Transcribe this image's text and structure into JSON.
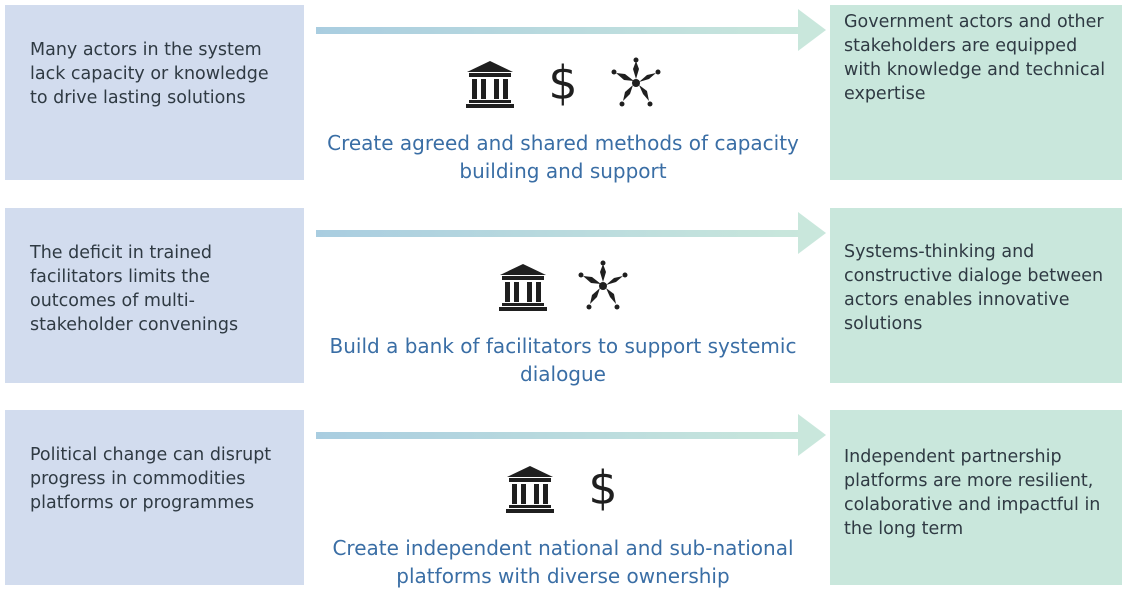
{
  "colors": {
    "problem_bg": "#d2dcee",
    "outcome_bg": "#c9e7dc",
    "arrow_color": "#bfe0ea",
    "action_text": "#3a6ea5",
    "icon_color": "#1f1f1f"
  },
  "rows": [
    {
      "problem": "Many actors in the system lack capacity or knowledge to drive lasting solutions",
      "action": "Create agreed and shared methods of capacity building and support",
      "outcome": "Government actors and other stakeholders are equipped with knowledge and technical expertise",
      "icons": [
        "institution-icon",
        "dollar-icon",
        "hands-collaboration-icon"
      ],
      "dollar_symbol": "$"
    },
    {
      "problem": "The deficit in trained facilitators limits the outcomes of multi-stakeholder convenings",
      "action": "Build a bank of facilitators to support systemic dialogue",
      "outcome": "Systems-thinking and constructive dialoge between actors enables innovative solutions",
      "icons": [
        "institution-icon",
        "hands-collaboration-icon"
      ]
    },
    {
      "problem": "Political change can disrupt progress in commodities platforms or programmes",
      "action": "Create independent national and sub-national platforms with diverse ownership",
      "outcome": "Independent partnership platforms are more resilient, colaborative and impactful in the long term",
      "icons": [
        "institution-icon",
        "dollar-icon"
      ],
      "dollar_symbol": "$"
    }
  ]
}
